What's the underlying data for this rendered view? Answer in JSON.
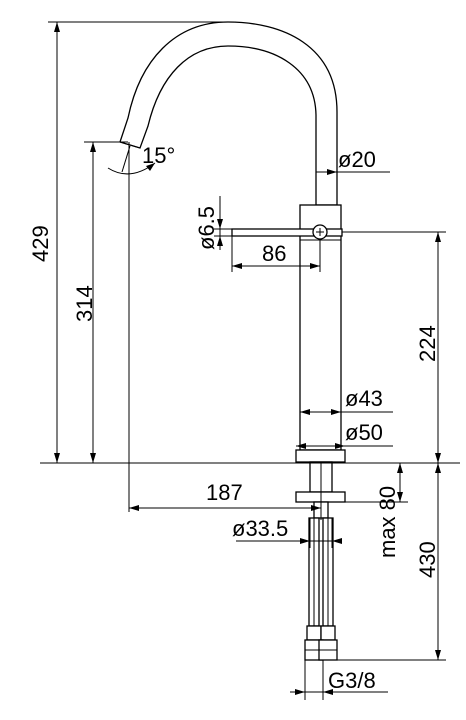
{
  "dimensions": {
    "total_height": "429",
    "spout_height": "314",
    "spout_angle": "15°",
    "pipe_diameter": "ø20",
    "lever_diameter": "ø6.5",
    "lever_length": "86",
    "lever_height": "224",
    "body_diameter": "ø43",
    "base_diameter": "ø50",
    "spout_reach": "187",
    "shank_diameter": "ø33.5",
    "max_deck": "max 80",
    "hose_length": "430",
    "connection": "G3/8"
  }
}
